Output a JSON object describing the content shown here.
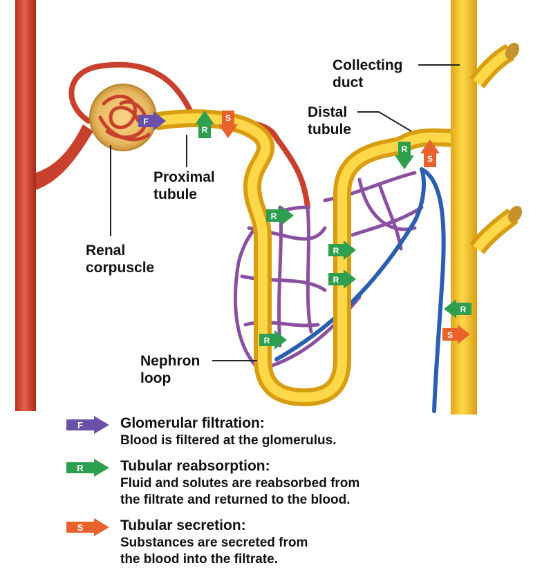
{
  "labels": {
    "collecting_duct_line1": "Collecting",
    "collecting_duct_line2": "duct",
    "distal_tubule_line1": "Distal",
    "distal_tubule_line2": "tubule",
    "proximal_tubule_line1": "Proximal",
    "proximal_tubule_line2": "tubule",
    "renal_corpuscle_line1": "Renal",
    "renal_corpuscle_line2": "corpuscle",
    "nephron_loop_line1": "Nephron",
    "nephron_loop_line2": "loop"
  },
  "markers": {
    "filtration": "F",
    "reabsorption": "R",
    "secretion": "S"
  },
  "legend": [
    {
      "letter": "F",
      "title": "Glomerular filtration:",
      "desc1": "Blood is filtered at the glomerulus.",
      "desc2": "",
      "color": "#6a50a8"
    },
    {
      "letter": "R",
      "title": "Tubular reabsorption:",
      "desc1": "Fluid and solutes are reabsorbed from",
      "desc2": "the filtrate and returned to the blood.",
      "color": "#2e9e4f"
    },
    {
      "letter": "S",
      "title": "Tubular secretion:",
      "desc1": "Substances are secreted from",
      "desc2": "the blood into the filtrate.",
      "color": "#e8622c"
    }
  ],
  "colors": {
    "artery": "#d8452f",
    "vein": "#2a5fb0",
    "capillary": "#8a4fa0",
    "tubule": "#f2c230",
    "tubule_dark": "#d9a520",
    "filtration_arrow": "#6a50a8",
    "reabsorption_arrow": "#2e9e4f",
    "secretion_arrow": "#e8622c"
  }
}
